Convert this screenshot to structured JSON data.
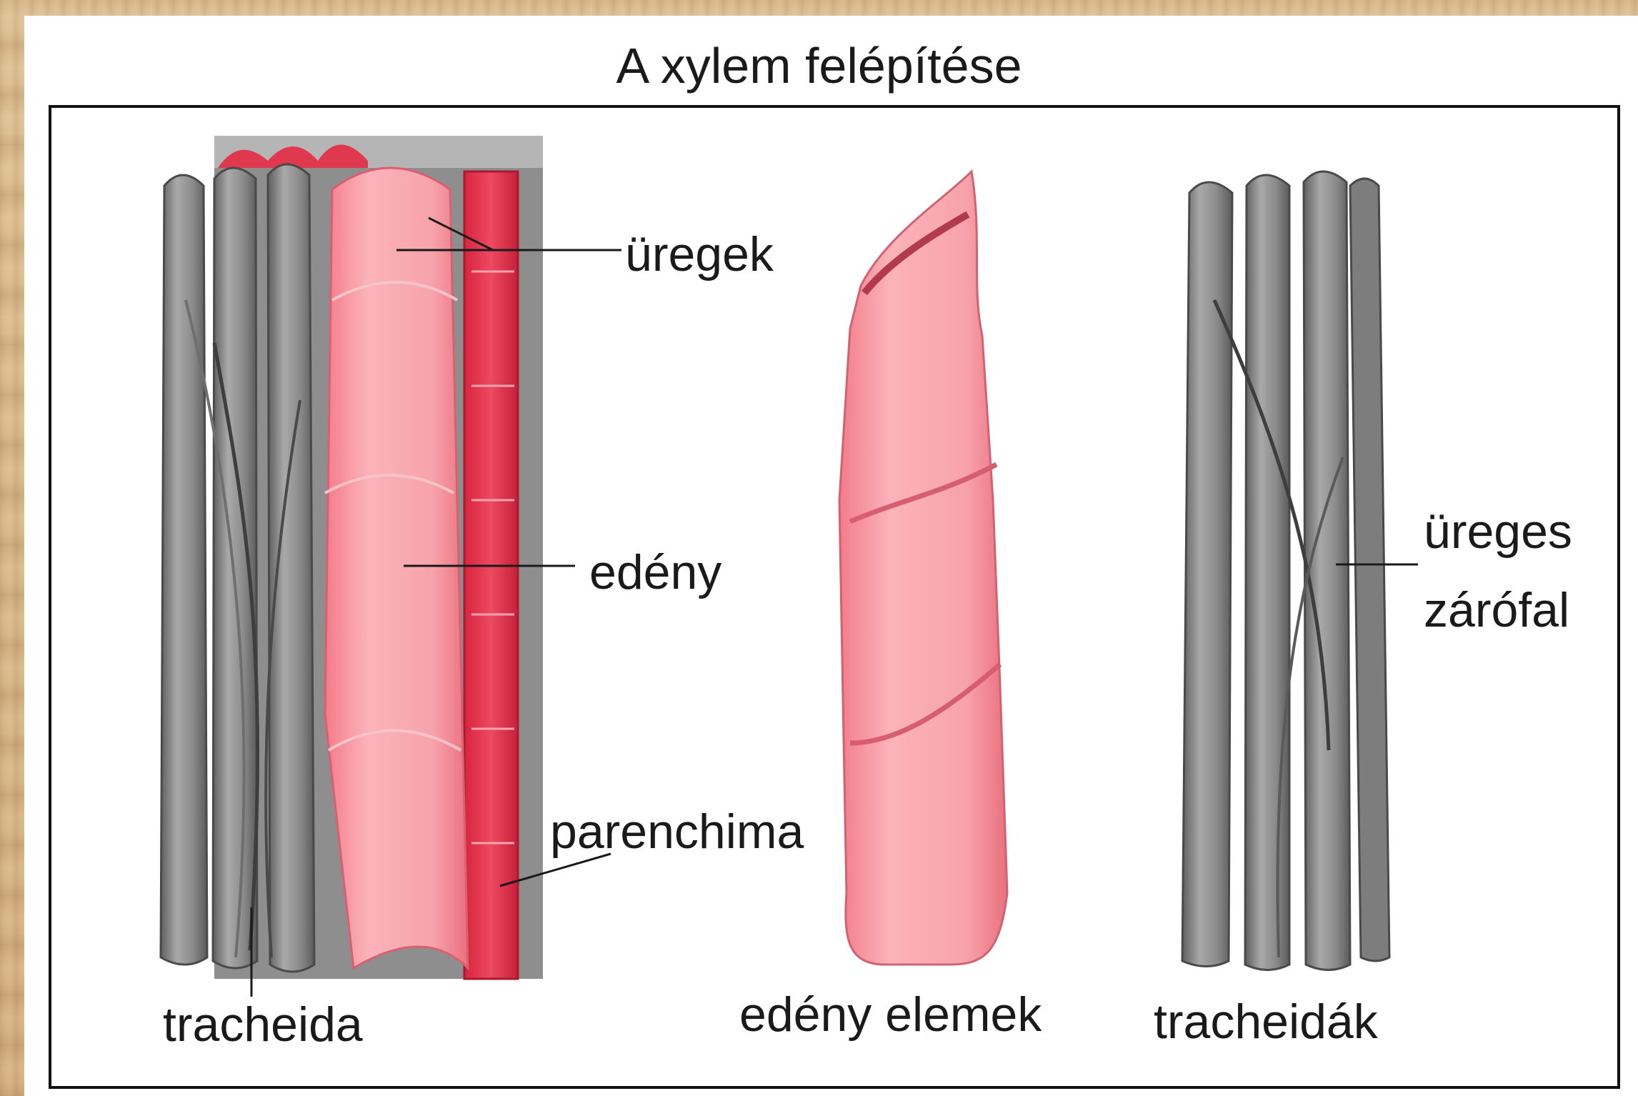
{
  "title": "A xylem felépítése",
  "labels": {
    "uregek": "üregek",
    "edeny": "edény",
    "parenchima": "parenchima",
    "tracheida": "tracheida",
    "edeny_elemek": "edény elemek",
    "tracheidak": "tracheidák",
    "ureges_line1": "üreges",
    "ureges_line2": "zárófal"
  },
  "colors": {
    "vessel_pink": "#f59aa3",
    "parenchyma_red": "#e0384f",
    "tracheid_gray": "#8f8f8f",
    "frame": "#111111",
    "background_wood": "#d8b98c"
  }
}
